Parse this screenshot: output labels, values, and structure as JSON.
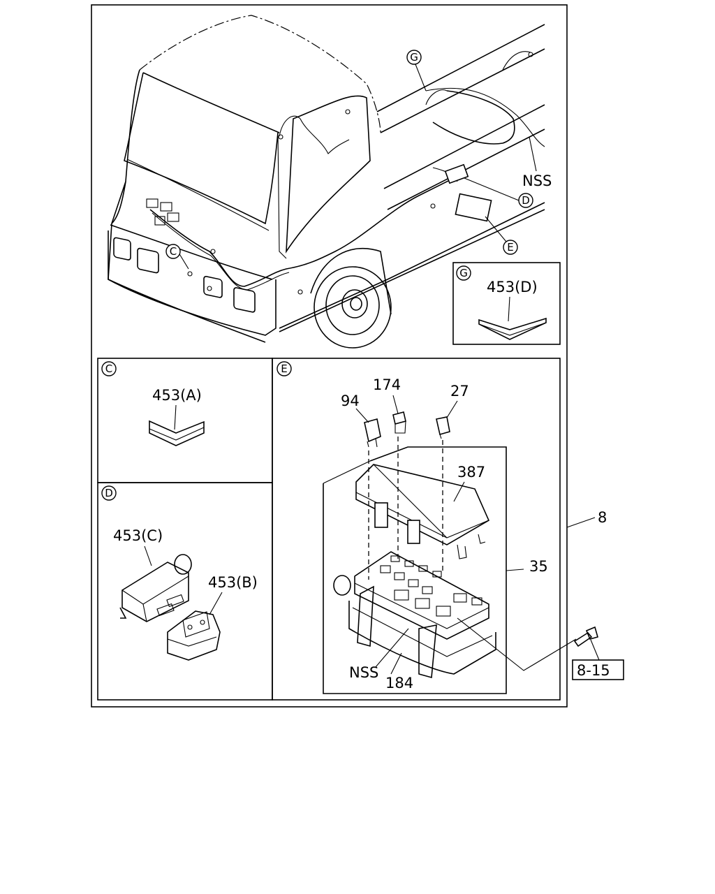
{
  "main_view": {
    "callouts": {
      "g": "G",
      "c": "C",
      "d": "D",
      "e": "E"
    },
    "labels": {
      "nss_top": "NSS",
      "part_8": "8"
    }
  },
  "detail_g": {
    "letter": "G",
    "part": "453(D)"
  },
  "detail_c": {
    "letter": "C",
    "part": "453(A)"
  },
  "detail_d": {
    "letter": "D",
    "part_c": "453(C)",
    "part_b": "453(B)"
  },
  "detail_e": {
    "letter": "E",
    "parts": {
      "p94": "94",
      "p174": "174",
      "p27": "27",
      "p387": "387",
      "p35": "35",
      "nss": "NSS",
      "p184": "184"
    }
  },
  "reference": {
    "label": "8-15"
  }
}
